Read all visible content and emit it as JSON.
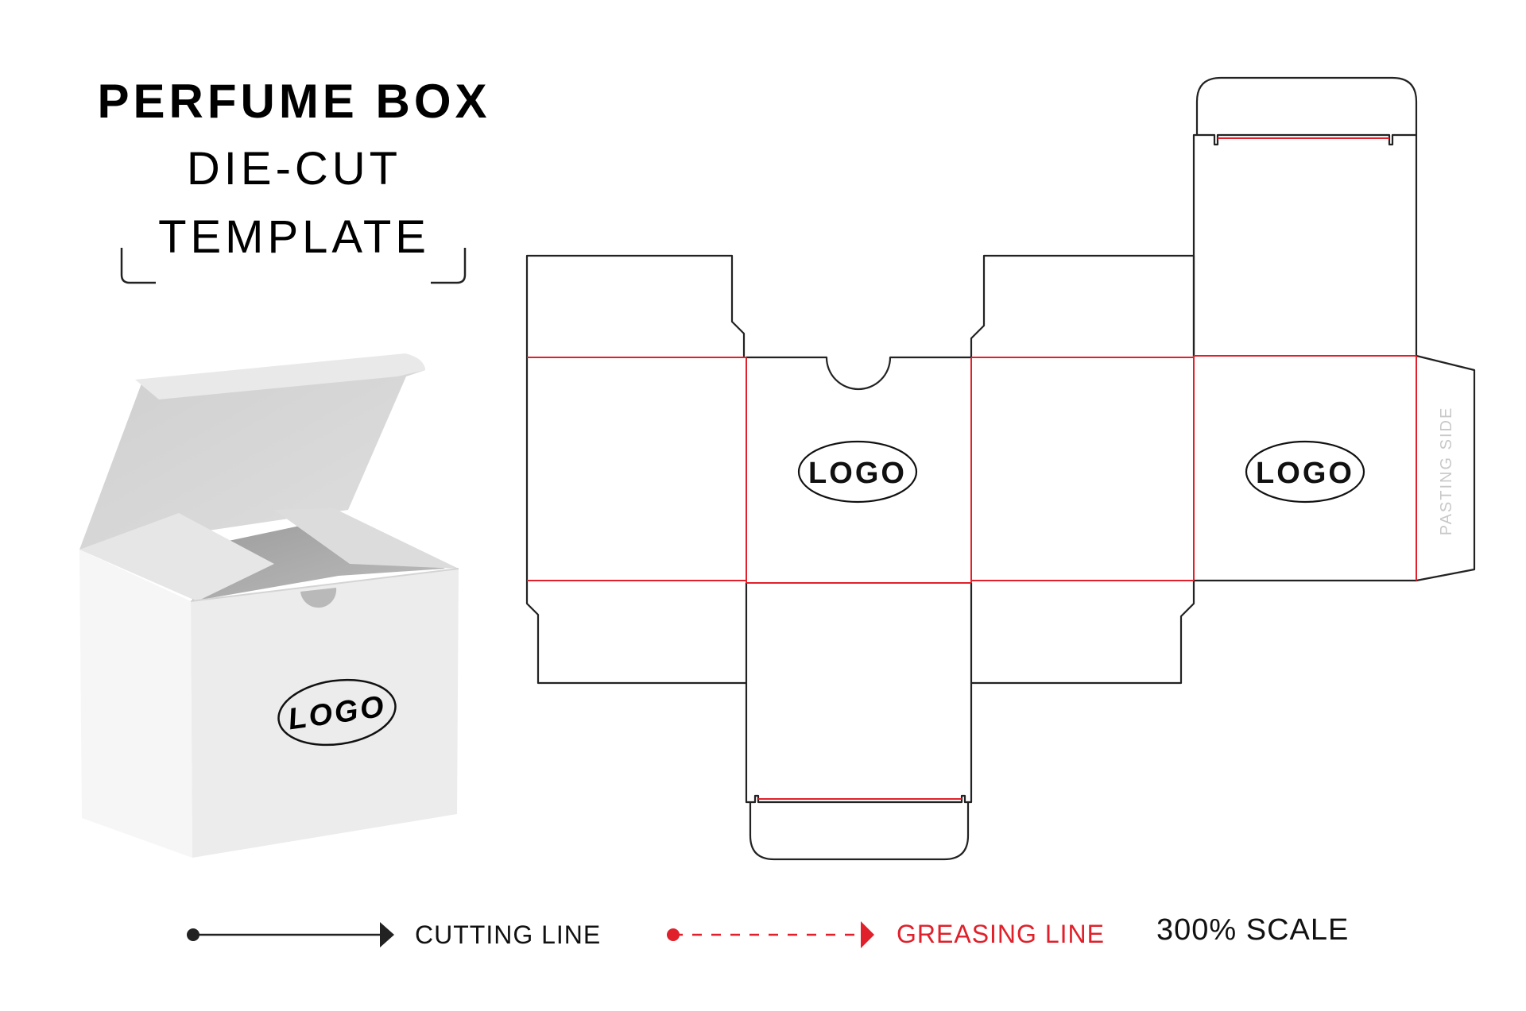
{
  "heading": {
    "title": "PERFUME BOX",
    "subtitle_line1": "DIE-CUT",
    "subtitle_line2": "TEMPLATE"
  },
  "box_mockup": {
    "logo": "LOGO"
  },
  "dieline": {
    "front_logo": "LOGO",
    "back_logo": "LOGO",
    "pasting_side": "PASTING SIDE"
  },
  "legend": {
    "cutting_line": "CUTTING LINE",
    "greasing_line": "GREASING LINE",
    "scale": "300% SCALE"
  },
  "colors": {
    "cut_line": "#222222",
    "crease_line": "#e0202a",
    "greasing_text": "#e0202a",
    "pasting_text": "#c8c8c8"
  }
}
